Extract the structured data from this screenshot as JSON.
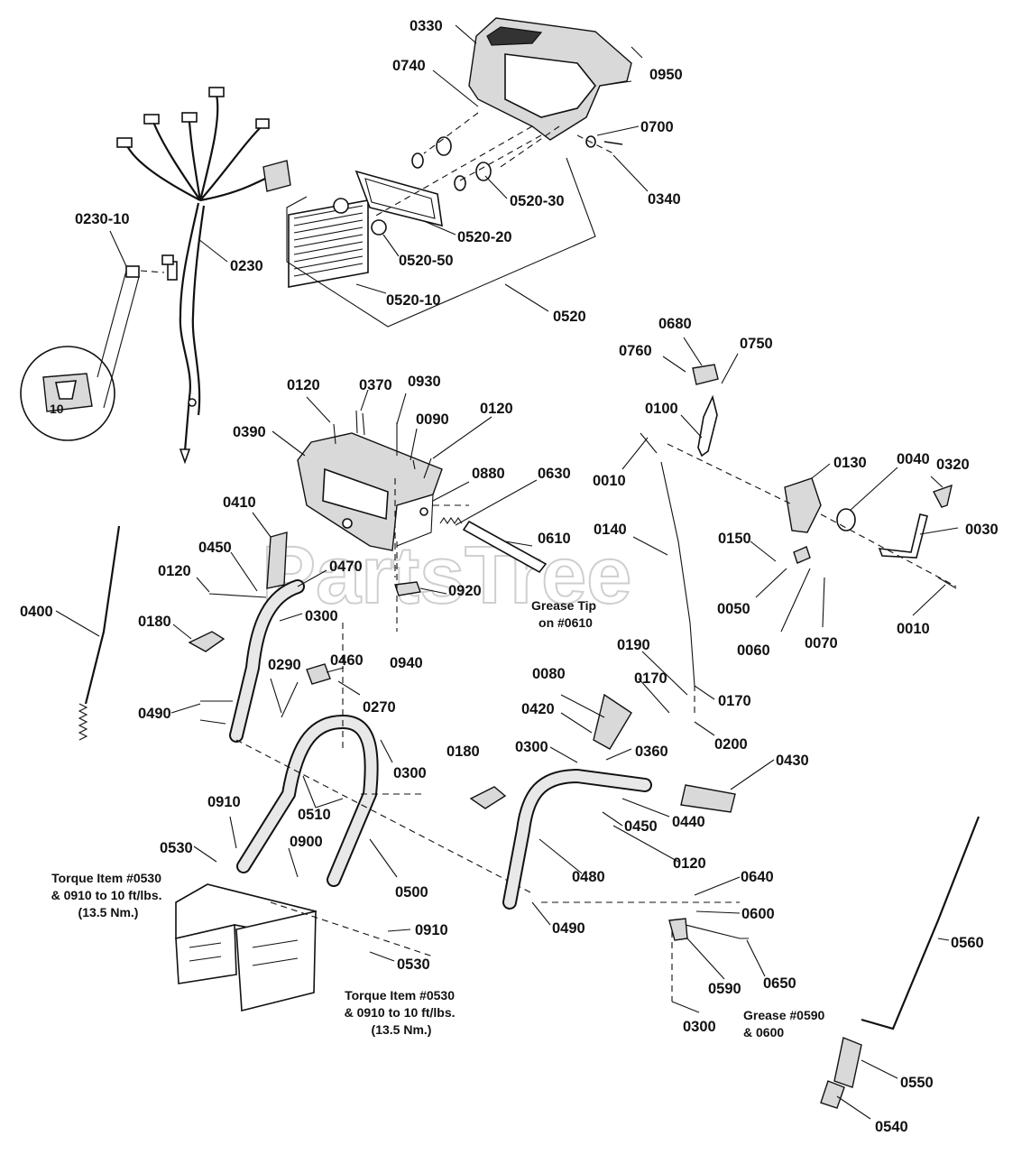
{
  "watermark": "PartsTree",
  "part_labels": [
    "0330",
    "0740",
    "0950",
    "0700",
    "0340",
    "0520-30",
    "0520-20",
    "0520-50",
    "0520-10",
    "0520",
    "0230",
    "0230-10",
    "0120",
    "0370",
    "0930",
    "0090",
    "0120",
    "0390",
    "0880",
    "0630",
    "0610",
    "0920",
    "0470",
    "0410",
    "0450",
    "0120",
    "0300",
    "0180",
    "0400",
    "0940",
    "0290",
    "0460",
    "0270",
    "0490",
    "0300",
    "0510",
    "0910",
    "0900",
    "0530",
    "0500",
    "0910",
    "0530",
    "0680",
    "0760",
    "0750",
    "0100",
    "0010",
    "0130",
    "0040",
    "0320",
    "0030",
    "0140",
    "0150",
    "0050",
    "0060",
    "0070",
    "0010",
    "0190",
    "0170",
    "0170",
    "0200",
    "0080",
    "0420",
    "0300",
    "0360",
    "0180",
    "0430",
    "0450",
    "0440",
    "0120",
    "0480",
    "0490",
    "0640",
    "0600",
    "0590",
    "0650",
    "0300",
    "0560",
    "0550",
    "0540"
  ],
  "notes": {
    "torque_left": [
      "Torque Item #0530",
      "& 0910 to 10 ft/lbs.",
      "(13.5 Nm.)"
    ],
    "torque_bottom": [
      "Torque Item #0530",
      "& 0910 to 10 ft/lbs.",
      "(13.5 Nm.)"
    ],
    "grease_tip": [
      "Grease Tip",
      "on #0610"
    ],
    "grease_0590": [
      "Grease #0590",
      "& 0600"
    ]
  },
  "fuse_value": "10"
}
